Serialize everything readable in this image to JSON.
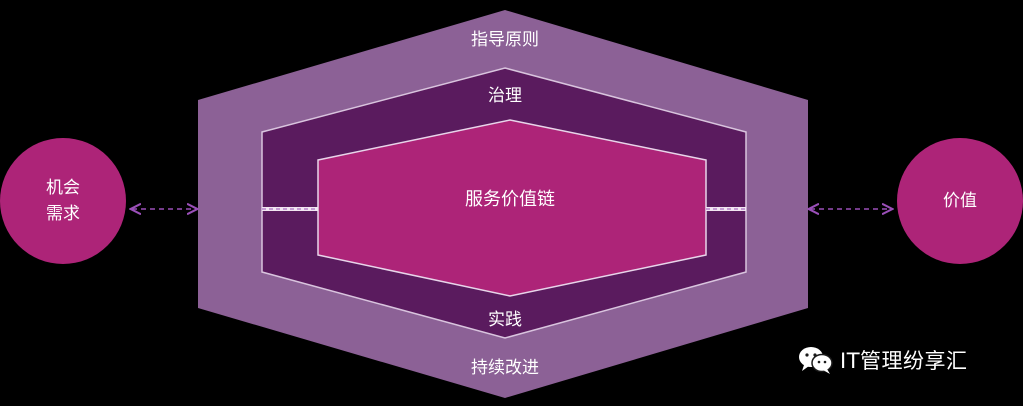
{
  "diagram": {
    "outer_layer": "指导原则",
    "outer_layer_bottom": "持续改进",
    "middle_layer": "治理",
    "middle_layer_bottom": "实践",
    "core": "服务价值链",
    "input_circle": {
      "line1": "机会",
      "line2": "需求"
    },
    "output_circle": "价值"
  },
  "watermark": {
    "text": "IT管理纷享汇",
    "icon": "wechat-icon"
  },
  "colors": {
    "background": "#000000",
    "outer_layer": "#8c6196",
    "middle_layer": "#5a1b5e",
    "core": "#ad2478",
    "circles": "#ad2478",
    "arrows": "#9a4fb8",
    "text": "#ffffff"
  }
}
